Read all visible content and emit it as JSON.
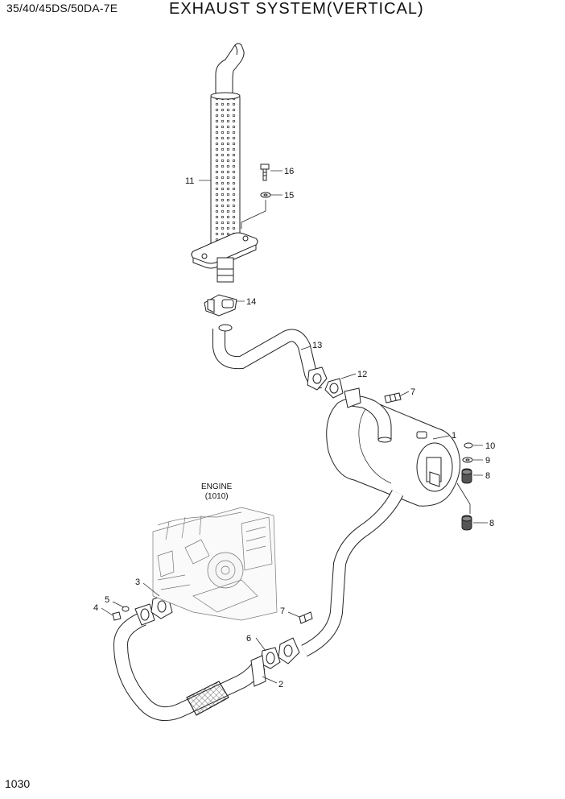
{
  "header": {
    "model": "35/40/45DS/50DA-7E",
    "title": "EXHAUST SYSTEM(VERTICAL)"
  },
  "footer": {
    "page_number": "1030"
  },
  "diagram": {
    "engine_label": "ENGINE",
    "engine_ref": "(1010)",
    "callouts": [
      {
        "id": "c1",
        "label": "1"
      },
      {
        "id": "c2",
        "label": "2"
      },
      {
        "id": "c3",
        "label": "3"
      },
      {
        "id": "c4",
        "label": "4"
      },
      {
        "id": "c5",
        "label": "5"
      },
      {
        "id": "c6",
        "label": "6"
      },
      {
        "id": "c7a",
        "label": "7"
      },
      {
        "id": "c7b",
        "label": "7"
      },
      {
        "id": "c8a",
        "label": "8"
      },
      {
        "id": "c8b",
        "label": "8"
      },
      {
        "id": "c9",
        "label": "9"
      },
      {
        "id": "c10",
        "label": "10"
      },
      {
        "id": "c11",
        "label": "11"
      },
      {
        "id": "c12",
        "label": "12"
      },
      {
        "id": "c13",
        "label": "13"
      },
      {
        "id": "c14",
        "label": "14"
      },
      {
        "id": "c15",
        "label": "15"
      },
      {
        "id": "c16",
        "label": "16"
      }
    ]
  }
}
